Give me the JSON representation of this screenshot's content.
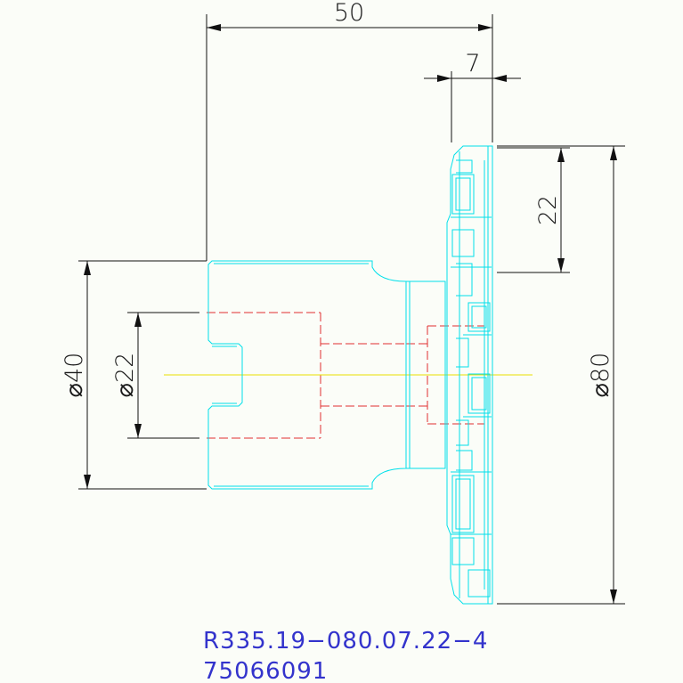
{
  "dimensions": {
    "overall_length": "50",
    "insert_width": "7",
    "cut_depth": "22",
    "shank_diameter": "⌀40",
    "bore_diameter": "⌀22",
    "cutter_diameter": "⌀80"
  },
  "part": {
    "code": "R335.19−080.07.22−4",
    "number": "75066091"
  },
  "colors": {
    "outline": "#00e0ea",
    "hidden_lines": "#e03030",
    "center_line": "#e8e000",
    "dimension_lines": "#111111",
    "part_text": "#3333cc",
    "background": "#fbfdf8"
  }
}
